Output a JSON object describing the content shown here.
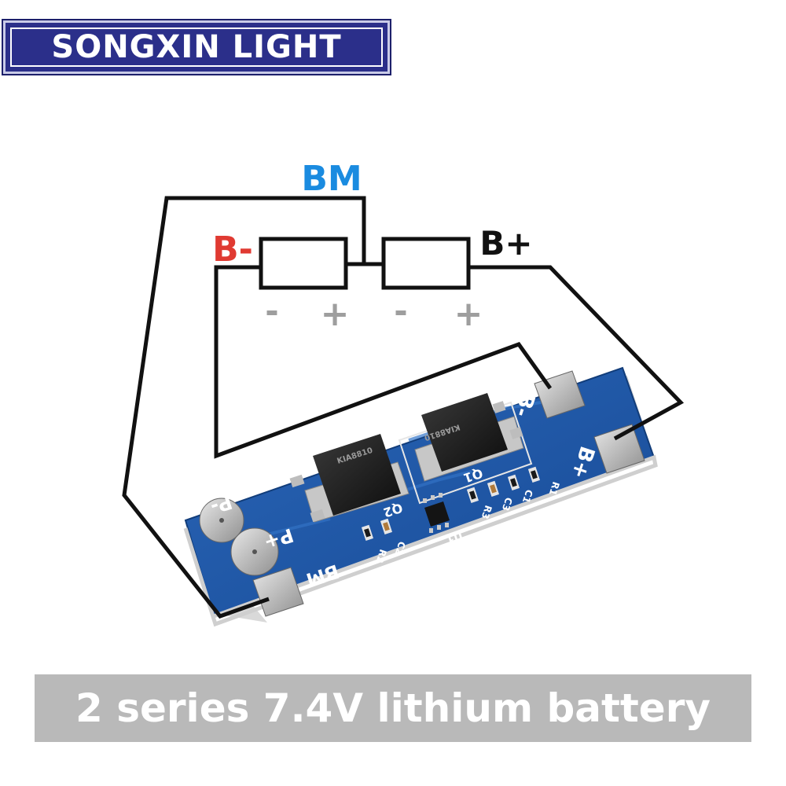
{
  "brand": {
    "logo_text": "SONGXIN LIGHT"
  },
  "diagram": {
    "labels": {
      "bm": "BM",
      "b_minus": "B-",
      "b_plus": "B+",
      "cell1_neg": "-",
      "cell1_pos": "+",
      "cell2_neg": "-",
      "cell2_pos": "+"
    },
    "colors": {
      "bm_label": "#1a8be0",
      "b_minus_label": "#e03a32",
      "wire": "#111111",
      "pcb": "#1f57a8",
      "terminal_sign": "#9e9e9e"
    }
  },
  "board": {
    "silkscreen": {
      "p_minus": "P-",
      "p_plus": "P+",
      "bm": "BM",
      "b_minus": "B-",
      "b_plus": "B+",
      "q1": "Q1",
      "q2": "Q2",
      "u1": "U1",
      "r1": "R1",
      "r2": "R2",
      "r3": "R3",
      "c1": "C1",
      "c2": "C2",
      "c3": "C3"
    },
    "chips": {
      "mosfet1_marking": "KIA8810",
      "mosfet2_marking": "KIA8810"
    }
  },
  "caption": {
    "text": "2 series 7.4V lithium battery"
  }
}
